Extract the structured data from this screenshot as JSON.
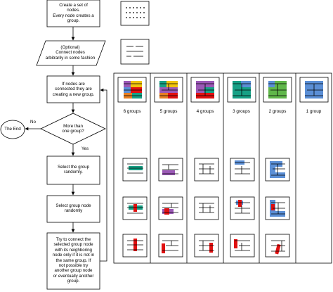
{
  "flowchart": {
    "step_create": [
      "Create a set of",
      "nodes.",
      "Every node creates a",
      "group."
    ],
    "step_connect": [
      "(Optional)",
      "Connect nodes",
      "arbitrarily in some fashion"
    ],
    "step_check": [
      "If nodes are",
      "connected they are",
      "creating a new group."
    ],
    "decision": [
      "More than",
      "one group?"
    ],
    "end": "The End",
    "edge_no": "No",
    "edge_yes": "Yes",
    "step_select_group": [
      "Select the group",
      "randomly."
    ],
    "step_select_node": [
      "Select group node",
      "randomly"
    ],
    "step_connect_neighbor": [
      "Try to connect the",
      "selected group node",
      "with its neighboring",
      "node only if it is not in",
      "the same group. If",
      "not possible try",
      "another group node",
      "or eventually another",
      "group."
    ]
  },
  "groups": [
    {
      "label": "6 groups"
    },
    {
      "label": "5 groups"
    },
    {
      "label": "4 groups"
    },
    {
      "label": "3 groups"
    },
    {
      "label": "2 groups"
    },
    {
      "label": "1 group"
    }
  ],
  "colors": {
    "purple": "#9b59b6",
    "teal": "#16a085",
    "yellow": "#f1c40f",
    "orange": "#e67e22",
    "red": "#e01010",
    "green": "#60b74a",
    "blue": "#5b8fd6",
    "lightblue": "#7fa8e0"
  }
}
